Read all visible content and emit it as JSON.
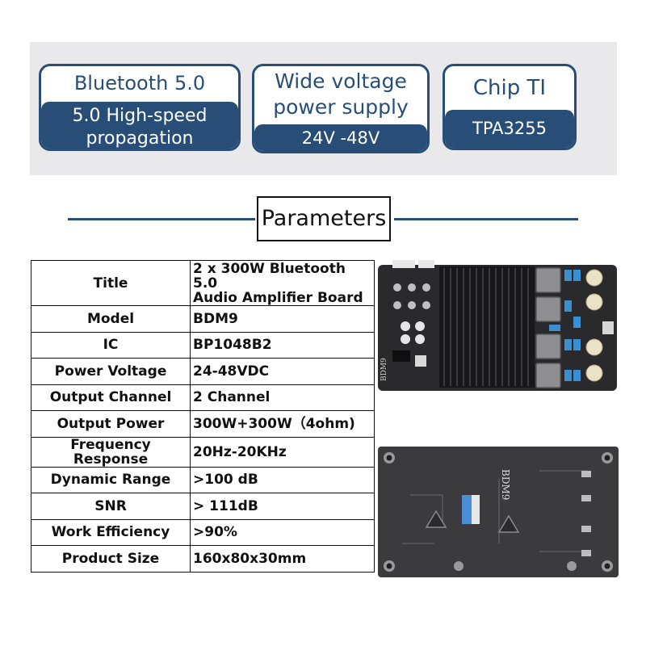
{
  "features": [
    {
      "top": "Bluetooth 5.0",
      "bottom_lines": [
        "5.0 High-speed",
        "propagation"
      ]
    },
    {
      "top_lines": [
        "Wide voltage",
        "power supply"
      ],
      "bottom": "24V -48V"
    },
    {
      "top": "Chip TI",
      "bottom": "TPA3255"
    }
  ],
  "parameters_heading": "Parameters",
  "spec_rows": [
    {
      "label": "Title",
      "value_lines": [
        "2 x 300W Bluetooth 5.0",
        "Audio Amplifier Board"
      ]
    },
    {
      "label": "Model",
      "value": "BDM9"
    },
    {
      "label": "IC",
      "value": "BP1048B2"
    },
    {
      "label": "Power Voltage",
      "value": "24-48VDC"
    },
    {
      "label": "Output Channel",
      "value": "2 Channel"
    },
    {
      "label": "Output Power",
      "value": "300W+300W（4ohm)"
    },
    {
      "label": "Frequency Response",
      "value": "20Hz-20KHz"
    },
    {
      "label": "Dynamic Range",
      "value": ">100 dB"
    },
    {
      "label": "SNR",
      "value": "> 111dB"
    },
    {
      "label": "Work Efficiency",
      "value": ">90%"
    },
    {
      "label": "Product Size",
      "value": "160x80x30mm"
    }
  ],
  "board_marking": "BDM9",
  "colors": {
    "accent": "#284e78",
    "band": "#e9e9ec"
  }
}
